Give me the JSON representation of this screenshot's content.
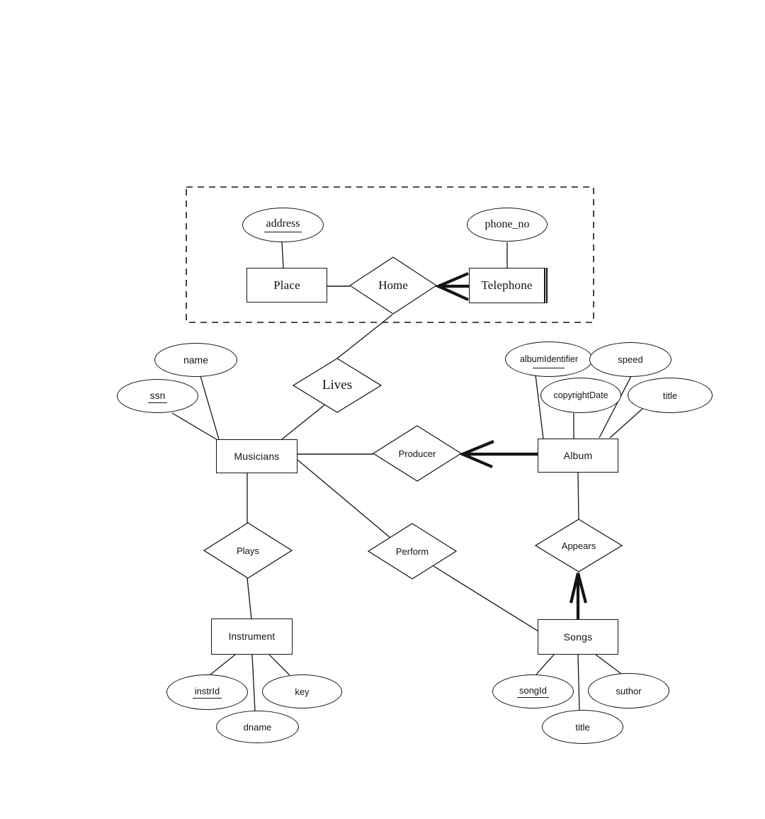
{
  "diagram_type": "entity-relationship",
  "colors": {
    "stroke": "#141414",
    "background": "#ffffff"
  },
  "entities": {
    "place": {
      "label": "Place"
    },
    "telephone": {
      "label": "Telephone",
      "double_border_right": true
    },
    "musicians": {
      "label": "Musicians"
    },
    "album": {
      "label": "Album"
    },
    "instrument": {
      "label": "Instrument"
    },
    "songs": {
      "label": "Songs"
    }
  },
  "relationships": {
    "home": {
      "label": "Home"
    },
    "lives": {
      "label": "Lives"
    },
    "producer": {
      "label": "Producer"
    },
    "plays": {
      "label": "Plays"
    },
    "perform": {
      "label": "Perform"
    },
    "appears": {
      "label": "Appears"
    }
  },
  "attributes": {
    "address": {
      "label": "address",
      "key": true
    },
    "phone_no": {
      "label": "phone_no",
      "key": false
    },
    "name": {
      "label": "name",
      "key": false
    },
    "ssn": {
      "label": "ssn",
      "key": true
    },
    "album_identifier": {
      "label": "albumIdentifier",
      "key": true
    },
    "speed": {
      "label": "speed",
      "key": false
    },
    "copyright_date": {
      "label": "copyrightDate",
      "key": false
    },
    "album_title": {
      "label": "title",
      "key": false
    },
    "instr_id": {
      "label": "instrId",
      "key": true
    },
    "key": {
      "label": "key",
      "key": false
    },
    "dname": {
      "label": "dname",
      "key": false
    },
    "song_id": {
      "label": "songId",
      "key": true
    },
    "suthor": {
      "label": "suthor",
      "key": false
    },
    "song_title": {
      "label": "title",
      "key": false
    }
  },
  "dashed_group": {
    "contains": [
      "Place",
      "Home",
      "Telephone"
    ]
  },
  "edges": [
    {
      "from": "address",
      "to": "Place",
      "style": "thin"
    },
    {
      "from": "phone_no",
      "to": "Telephone",
      "style": "thin"
    },
    {
      "from": "Place",
      "to": "Home",
      "style": "thin"
    },
    {
      "from": "Telephone",
      "to": "Home",
      "style": "thick-arrow"
    },
    {
      "from": "Home",
      "to": "Lives",
      "style": "thin"
    },
    {
      "from": "Lives",
      "to": "Musicians",
      "style": "thin"
    },
    {
      "from": "name",
      "to": "Musicians",
      "style": "thin"
    },
    {
      "from": "ssn",
      "to": "Musicians",
      "style": "thin"
    },
    {
      "from": "Musicians",
      "to": "Producer",
      "style": "thin"
    },
    {
      "from": "Album",
      "to": "Producer",
      "style": "thick-arrow"
    },
    {
      "from": "Musicians",
      "to": "Plays",
      "style": "thin"
    },
    {
      "from": "Plays",
      "to": "Instrument",
      "style": "thin"
    },
    {
      "from": "Musicians",
      "to": "Perform",
      "style": "thin"
    },
    {
      "from": "Perform",
      "to": "Songs",
      "style": "thin"
    },
    {
      "from": "Album",
      "to": "Appears",
      "style": "thin"
    },
    {
      "from": "Songs",
      "to": "Appears",
      "style": "thick-arrow"
    },
    {
      "from": "albumIdentifier",
      "to": "Album",
      "style": "thin"
    },
    {
      "from": "copyrightDate",
      "to": "Album",
      "style": "thin"
    },
    {
      "from": "speed",
      "to": "Album",
      "style": "thin"
    },
    {
      "from": "title",
      "to": "Album",
      "style": "thin"
    },
    {
      "from": "instrId",
      "to": "Instrument",
      "style": "thin"
    },
    {
      "from": "dname",
      "to": "Instrument",
      "style": "thin"
    },
    {
      "from": "key",
      "to": "Instrument",
      "style": "thin"
    },
    {
      "from": "songId",
      "to": "Songs",
      "style": "thin"
    },
    {
      "from": "title",
      "to": "Songs",
      "style": "thin"
    },
    {
      "from": "suthor",
      "to": "Songs",
      "style": "thin"
    }
  ]
}
